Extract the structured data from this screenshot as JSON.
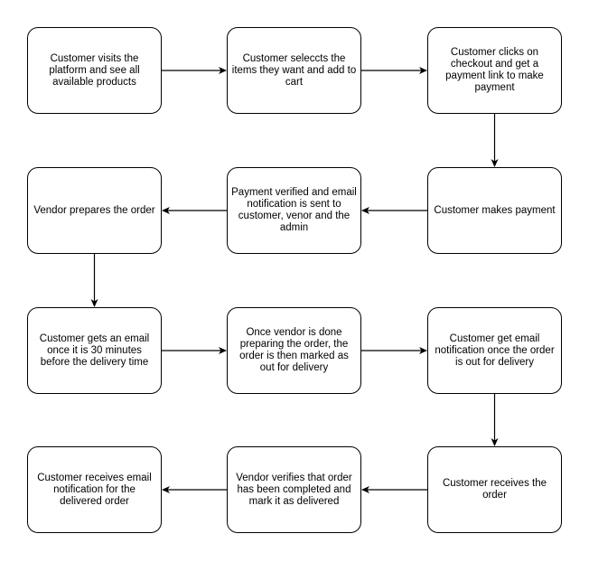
{
  "diagram": {
    "nodes": [
      {
        "id": "n1",
        "label": "Customer visits the platform and see all available products"
      },
      {
        "id": "n2",
        "label": "Customer seleccts the items they want and add to cart"
      },
      {
        "id": "n3",
        "label": "Customer clicks on checkout and get a payment link to make payment"
      },
      {
        "id": "n4",
        "label": "Customer makes payment"
      },
      {
        "id": "n5",
        "label": "Payment verified and email notification is sent to customer, venor and the admin"
      },
      {
        "id": "n6",
        "label": "Vendor prepares the order"
      },
      {
        "id": "n7",
        "label": "Customer gets an email once it is 30 minutes before the delivery time"
      },
      {
        "id": "n8",
        "label": "Once vendor is done preparing the order, the order is then marked as out for delivery"
      },
      {
        "id": "n9",
        "label": "Customer get email notification once the order is out for delivery"
      },
      {
        "id": "n10",
        "label": "Customer receives the order"
      },
      {
        "id": "n11",
        "label": "Vendor verifies that order has been completed and mark it as delivered"
      },
      {
        "id": "n12",
        "label": "Customer receives email notification for the delivered order"
      }
    ],
    "edges": [
      {
        "from": "n1",
        "to": "n2"
      },
      {
        "from": "n2",
        "to": "n3"
      },
      {
        "from": "n3",
        "to": "n4"
      },
      {
        "from": "n4",
        "to": "n5"
      },
      {
        "from": "n5",
        "to": "n6"
      },
      {
        "from": "n6",
        "to": "n7"
      },
      {
        "from": "n7",
        "to": "n8"
      },
      {
        "from": "n8",
        "to": "n9"
      },
      {
        "from": "n9",
        "to": "n10"
      },
      {
        "from": "n10",
        "to": "n11"
      },
      {
        "from": "n11",
        "to": "n12"
      }
    ],
    "colors": {
      "stroke": "#000000",
      "fill": "#ffffff",
      "text": "#000000"
    }
  }
}
